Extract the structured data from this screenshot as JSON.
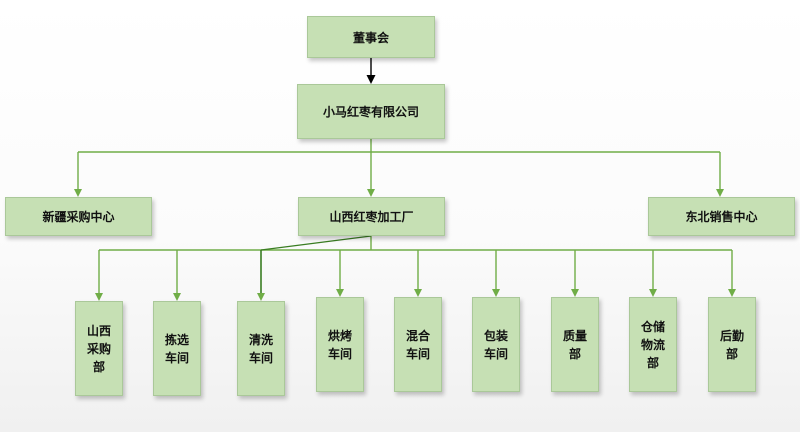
{
  "colors": {
    "node_fill": "#c6e0b4",
    "connector_green": "#70ad47",
    "connector_dark": "#000000"
  },
  "org": {
    "board": "董事会",
    "company": "小马红枣有限公司",
    "branches": {
      "xinjiang": "新疆采购中心",
      "factory": "山西红枣加工厂",
      "northeast": "东北销售中心"
    },
    "departments": [
      "山西\n采购\n部",
      "拣选\n车间",
      "清洗\n车间",
      "烘烤\n车间",
      "混合\n车间",
      "包装\n车间",
      "质量\n部",
      "仓储\n物流\n部",
      "后勤\n部"
    ]
  }
}
